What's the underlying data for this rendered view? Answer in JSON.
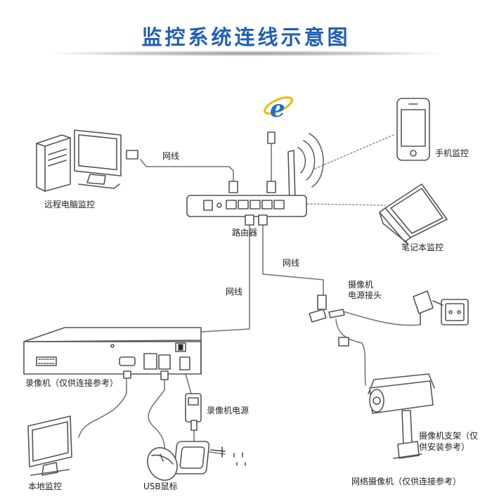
{
  "title": "监控系统连线示意图",
  "devices": {
    "remote_pc": "远程电脑监控",
    "router": "路由器",
    "phone": "手机监控",
    "laptop": "笔记本监控",
    "nvr": "录像机（仅供连接参考）",
    "nvr_power": "录像机电源",
    "usb_mouse": "USB鼠标",
    "local_monitor": "本地监控",
    "camera_power_line1": "摄像机",
    "camera_power_line2": "电源接头",
    "camera_mount_line1": "摄像机支架（仅",
    "camera_mount_line2": "供安装参考）",
    "ip_camera": "网络摄像机（仅供连接参考）"
  },
  "cables": {
    "pc_router": "网线",
    "router_nvr": "网线",
    "router_camera": "网线"
  },
  "icons": [
    "internet-explorer-icon"
  ]
}
